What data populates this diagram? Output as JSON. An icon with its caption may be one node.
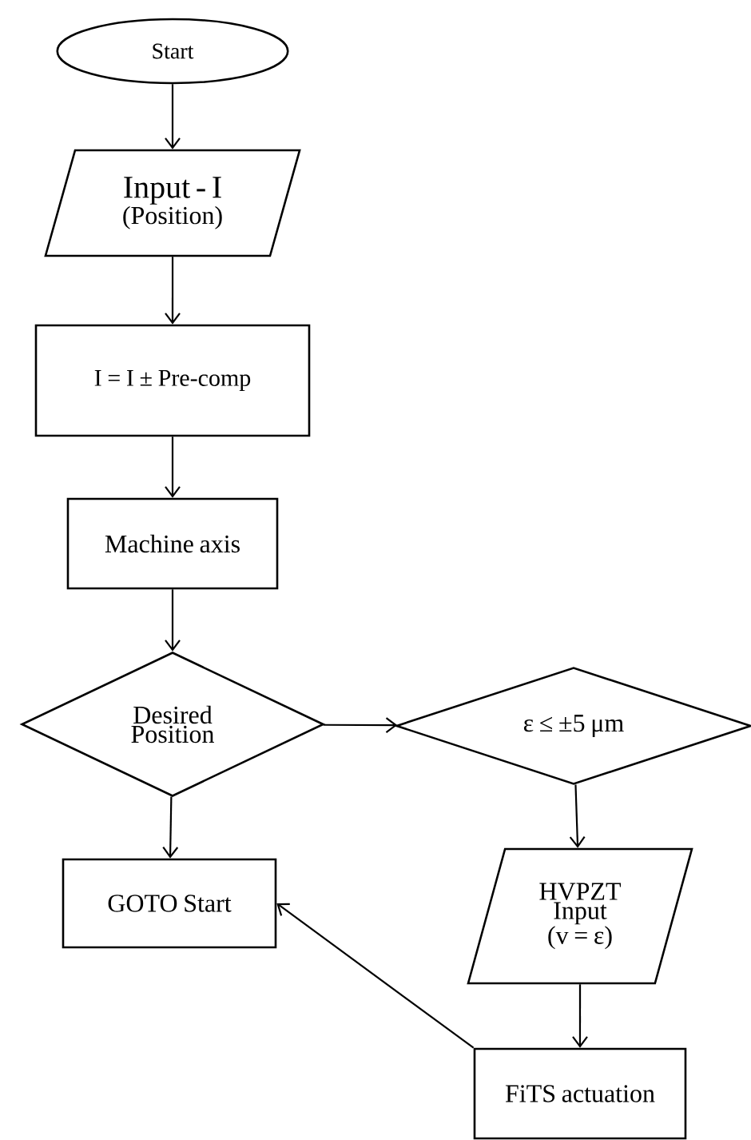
{
  "diagram": {
    "nodes": [
      {
        "text": [
          "Start"
        ]
      },
      {
        "text": [
          "Input - I",
          "(Position)"
        ]
      },
      {
        "text": [
          "I = I ± Pre-comp"
        ]
      },
      {
        "text": [
          "Machine axis"
        ]
      },
      {
        "text": [
          "Desired Position"
        ]
      },
      {
        "text": [
          "ε ≤ ±5 μm"
        ]
      },
      {
        "text": [
          "GOTO  Start"
        ]
      },
      {
        "text": [
          "HVPZT Input (v = ε)"
        ]
      },
      {
        "text": [
          "FiTS actuation"
        ]
      }
    ],
    "edges": [
      {
        "from": 0,
        "to": 1,
        "arrow": "to"
      },
      {
        "from": 1,
        "to": 2,
        "arrow": "to"
      },
      {
        "from": 2,
        "to": 3,
        "arrow": "to"
      },
      {
        "from": 3,
        "to": 4,
        "arrow": "to"
      },
      {
        "from": 4,
        "to": 5,
        "arrow": "to"
      },
      {
        "from": 4,
        "to": 6,
        "arrow": "to"
      },
      {
        "from": 5,
        "to": 7,
        "arrow": "to"
      },
      {
        "from": 7,
        "to": 8,
        "arrow": "to"
      },
      {
        "from": 8,
        "to": 6,
        "arrow": "to"
      }
    ]
  }
}
